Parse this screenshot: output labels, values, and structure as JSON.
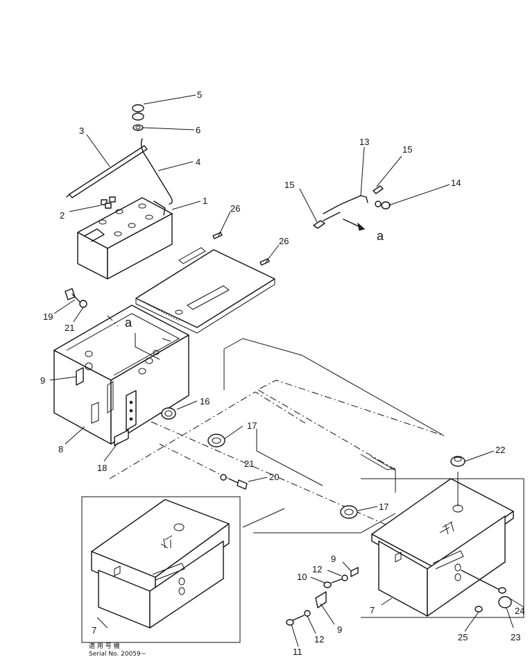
{
  "callouts": {
    "c1": "1",
    "c2": "2",
    "c3": "3",
    "c4": "4",
    "c5": "5",
    "c6": "6",
    "c7a": "7",
    "c7b": "7",
    "c8": "8",
    "c9a": "9",
    "c9b": "9",
    "c9c": "9",
    "c10": "10",
    "c11": "11",
    "c12a": "12",
    "c12b": "12",
    "c13": "13",
    "c14": "14",
    "c15a": "15",
    "c15b": "15",
    "c16": "16",
    "c17a": "17",
    "c17b": "17",
    "c18": "18",
    "c19": "19",
    "c20": "20",
    "c21a": "21",
    "c21b": "21",
    "c22": "22",
    "c23": "23",
    "c24": "24",
    "c25": "25",
    "c26a": "26",
    "c26b": "26"
  },
  "view_markers": {
    "a1": "a",
    "a2": "a"
  },
  "serial_note": {
    "line1": "適 用 号 機",
    "line2": "Serial No. 20059~"
  }
}
